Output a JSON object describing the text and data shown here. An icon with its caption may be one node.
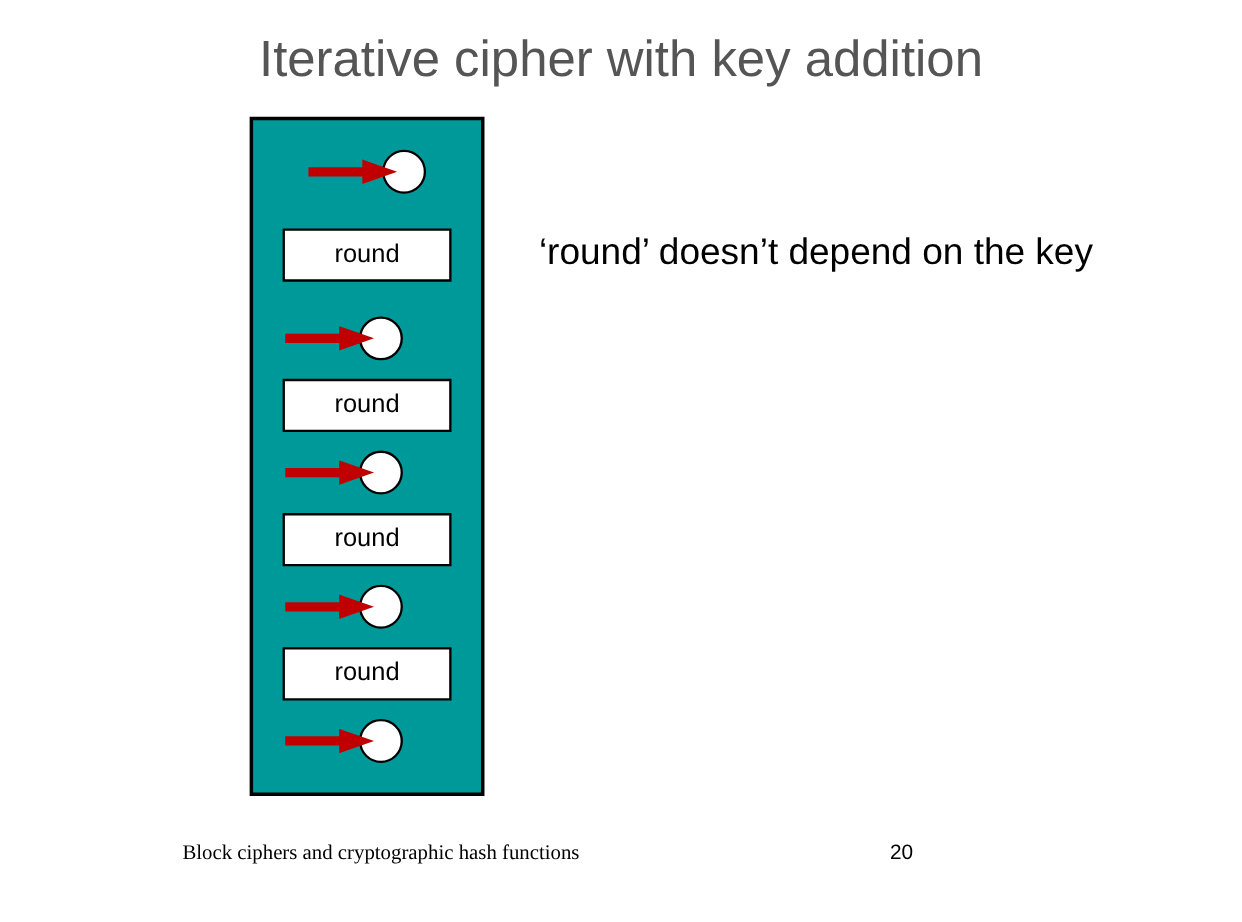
{
  "diagram": {
    "title": "Iterative cipher with key addition",
    "nodes": [
      {
        "text": [],
        "shape": "box"
      },
      {
        "text": [],
        "shape": "circle",
        "in": 0
      },
      {
        "text": [
          "round"
        ],
        "in": 0
      },
      {
        "text": [],
        "shape": "circle",
        "in": 0
      },
      {
        "text": [
          "round"
        ],
        "in": 0
      },
      {
        "text": [],
        "shape": "circle",
        "in": 0
      },
      {
        "text": [
          "round"
        ],
        "in": 0
      },
      {
        "text": [],
        "shape": "circle",
        "in": 0
      },
      {
        "text": [
          "round"
        ],
        "in": 0
      },
      {
        "text": [],
        "shape": "circle",
        "in": 0
      }
    ],
    "edges": [
      {
        "from": null,
        "to": 1,
        "arrow": "to",
        "color": "#c00000"
      },
      {
        "from": null,
        "to": 3,
        "arrow": "to",
        "color": "#c00000"
      },
      {
        "from": null,
        "to": 5,
        "arrow": "to",
        "color": "#c00000"
      },
      {
        "from": null,
        "to": 7,
        "arrow": "to",
        "color": "#c00000"
      },
      {
        "from": null,
        "to": 9,
        "arrow": "to",
        "color": "#c00000"
      }
    ],
    "labels": [
      "‘round’ doesn’t depend on the key",
      "Block ciphers and cryptographic hash functions",
      "20"
    ]
  }
}
